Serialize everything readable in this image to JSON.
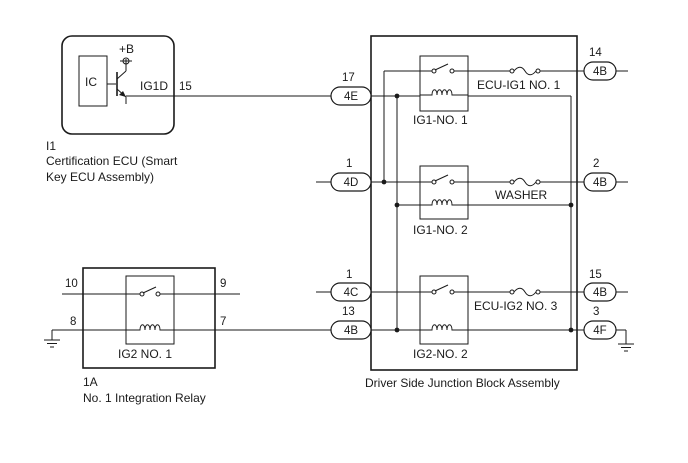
{
  "ecu": {
    "ic_label": "IC",
    "power_label": "+B",
    "terminal_label": "IG1D",
    "pin": "15",
    "connector_code": "I1",
    "name_line1": "Certification ECU (Smart",
    "name_line2": "Key ECU Assembly)"
  },
  "integration_relay": {
    "relay_label": "IG2 NO. 1",
    "pins": {
      "top_left": "10",
      "top_right": "9",
      "bottom_left": "8",
      "bottom_right": "7"
    },
    "connector_code": "1A",
    "name": "No. 1 Integration Relay"
  },
  "junction_block": {
    "name": "Driver Side Junction Block Assembly",
    "left_connectors": [
      {
        "code": "4E",
        "pin": "17"
      },
      {
        "code": "4D",
        "pin": "1"
      },
      {
        "code": "4C",
        "pin": "1"
      },
      {
        "code": "4B",
        "pin": "13"
      }
    ],
    "right_connectors": [
      {
        "code": "4B",
        "pin": "14"
      },
      {
        "code": "4B",
        "pin": "2"
      },
      {
        "code": "4B",
        "pin": "15"
      },
      {
        "code": "4F",
        "pin": "3"
      }
    ],
    "relays": [
      "IG1-NO. 1",
      "IG1-NO. 2",
      "IG2-NO. 2"
    ],
    "fuses": [
      "ECU-IG1 NO. 1",
      "WASHER",
      "ECU-IG2 NO. 3"
    ]
  },
  "colors": {
    "line": "#1a1a1a",
    "background": "#ffffff"
  }
}
